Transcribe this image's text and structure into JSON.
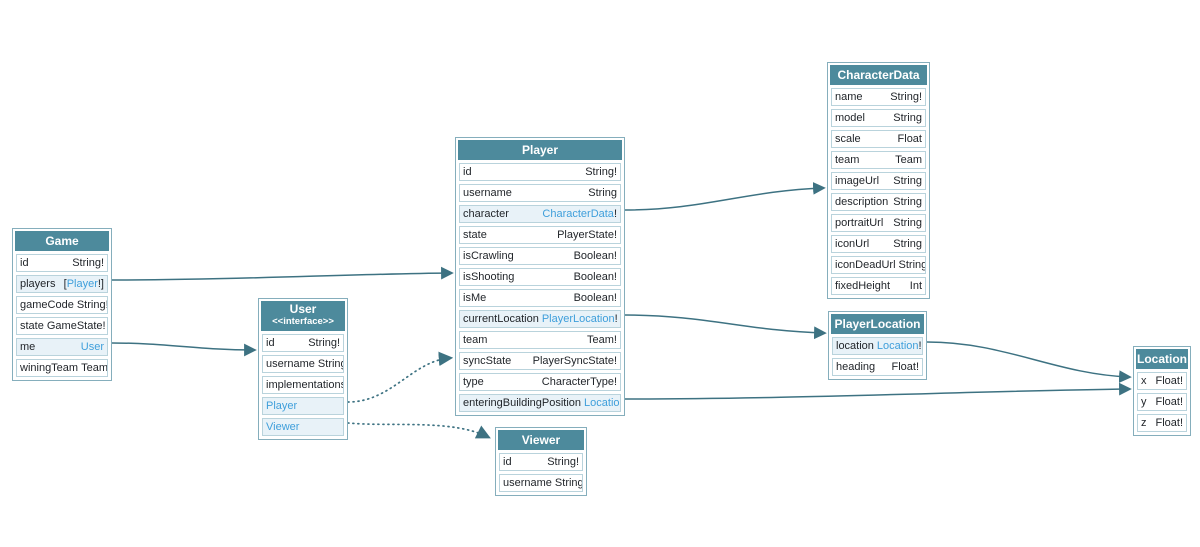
{
  "colors": {
    "header_bg": "#4d8a9c",
    "header_text": "#ffffff",
    "table_border": "#85aebc",
    "row_border": "#b9d3dc",
    "row_bg": "#ffffff",
    "row_highlight": "#e8f2f8",
    "text": "#1f2328",
    "link": "#3f9fdb",
    "edge": "#3d7282"
  },
  "tables": [
    {
      "id": "game",
      "title": "Game",
      "rows": [
        {
          "name": "id",
          "type": [
            {
              "text": "String!"
            }
          ]
        },
        {
          "name": "players",
          "highlight": true,
          "type": [
            {
              "text": "["
            },
            {
              "text": "Player",
              "link": true
            },
            {
              "text": "!]"
            }
          ]
        },
        {
          "name": "gameCode",
          "type": [
            {
              "text": "String!"
            }
          ]
        },
        {
          "name": "state",
          "type": [
            {
              "text": "GameState!"
            }
          ]
        },
        {
          "name": "me",
          "highlight": true,
          "type": [
            {
              "text": "User",
              "link": true
            }
          ]
        },
        {
          "name": "winingTeam",
          "type": [
            {
              "text": "Team"
            }
          ]
        }
      ]
    },
    {
      "id": "user",
      "title": "User",
      "subtitle": "<<interface>>",
      "rows": [
        {
          "name": "id",
          "type": [
            {
              "text": "String!"
            }
          ]
        },
        {
          "name": "username",
          "type": [
            {
              "text": "String"
            }
          ]
        },
        {
          "name": "implementations",
          "type": []
        },
        {
          "name": "Player",
          "name_link": true,
          "highlight": true,
          "type": []
        },
        {
          "name": "Viewer",
          "name_link": true,
          "highlight": true,
          "type": []
        }
      ]
    },
    {
      "id": "player",
      "title": "Player",
      "rows": [
        {
          "name": "id",
          "type": [
            {
              "text": "String!"
            }
          ]
        },
        {
          "name": "username",
          "type": [
            {
              "text": "String"
            }
          ]
        },
        {
          "name": "character",
          "highlight": true,
          "type": [
            {
              "text": "CharacterData",
              "link": true
            },
            {
              "text": "!"
            }
          ]
        },
        {
          "name": "state",
          "type": [
            {
              "text": "PlayerState!"
            }
          ]
        },
        {
          "name": "isCrawling",
          "type": [
            {
              "text": "Boolean!"
            }
          ]
        },
        {
          "name": "isShooting",
          "type": [
            {
              "text": "Boolean!"
            }
          ]
        },
        {
          "name": "isMe",
          "type": [
            {
              "text": "Boolean!"
            }
          ]
        },
        {
          "name": "currentLocation",
          "highlight": true,
          "type": [
            {
              "text": "PlayerLocation",
              "link": true
            },
            {
              "text": "!"
            }
          ]
        },
        {
          "name": "team",
          "type": [
            {
              "text": "Team!"
            }
          ]
        },
        {
          "name": "syncState",
          "type": [
            {
              "text": "PlayerSyncState!"
            }
          ]
        },
        {
          "name": "type",
          "type": [
            {
              "text": "CharacterType!"
            }
          ]
        },
        {
          "name": "enteringBuildingPosition",
          "highlight": true,
          "type": [
            {
              "text": "Location",
              "link": true
            }
          ]
        }
      ]
    },
    {
      "id": "viewer",
      "title": "Viewer",
      "rows": [
        {
          "name": "id",
          "type": [
            {
              "text": "String!"
            }
          ]
        },
        {
          "name": "username",
          "type": [
            {
              "text": "String"
            }
          ]
        }
      ]
    },
    {
      "id": "characterdata",
      "title": "CharacterData",
      "rows": [
        {
          "name": "name",
          "type": [
            {
              "text": "String!"
            }
          ]
        },
        {
          "name": "model",
          "type": [
            {
              "text": "String"
            }
          ]
        },
        {
          "name": "scale",
          "type": [
            {
              "text": "Float"
            }
          ]
        },
        {
          "name": "team",
          "type": [
            {
              "text": "Team"
            }
          ]
        },
        {
          "name": "imageUrl",
          "type": [
            {
              "text": "String"
            }
          ]
        },
        {
          "name": "description",
          "type": [
            {
              "text": "String"
            }
          ]
        },
        {
          "name": "portraitUrl",
          "type": [
            {
              "text": "String"
            }
          ]
        },
        {
          "name": "iconUrl",
          "type": [
            {
              "text": "String"
            }
          ]
        },
        {
          "name": "iconDeadUrl",
          "type": [
            {
              "text": "String"
            }
          ]
        },
        {
          "name": "fixedHeight",
          "type": [
            {
              "text": "Int"
            }
          ]
        }
      ]
    },
    {
      "id": "playerlocation",
      "title": "PlayerLocation",
      "rows": [
        {
          "name": "location",
          "highlight": true,
          "type": [
            {
              "text": "Location",
              "link": true
            },
            {
              "text": "!"
            }
          ]
        },
        {
          "name": "heading",
          "type": [
            {
              "text": "Float!"
            }
          ]
        }
      ]
    },
    {
      "id": "location",
      "title": "Location",
      "rows": [
        {
          "name": "x",
          "type": [
            {
              "text": "Float!"
            }
          ]
        },
        {
          "name": "y",
          "type": [
            {
              "text": "Float!"
            }
          ]
        },
        {
          "name": "z",
          "type": [
            {
              "text": "Float!"
            }
          ]
        }
      ]
    }
  ],
  "edges": [
    {
      "id": "game-players-to-player",
      "from": "Game.players",
      "to": "Player",
      "style": "solid"
    },
    {
      "id": "game-me-to-user",
      "from": "Game.me",
      "to": "User",
      "style": "solid"
    },
    {
      "id": "player-character-to-characterdata",
      "from": "Player.character",
      "to": "CharacterData",
      "style": "solid"
    },
    {
      "id": "player-currentlocation-to-playerlocation",
      "from": "Player.currentLocation",
      "to": "PlayerLocation",
      "style": "solid"
    },
    {
      "id": "player-enteringbuildingposition-to-location",
      "from": "Player.enteringBuildingPosition",
      "to": "Location",
      "style": "solid"
    },
    {
      "id": "playerlocation-location-to-location",
      "from": "PlayerLocation.location",
      "to": "Location",
      "style": "solid"
    },
    {
      "id": "user-player-implementation",
      "from": "User.Player",
      "to": "Player",
      "style": "dotted"
    },
    {
      "id": "user-viewer-implementation",
      "from": "User.Viewer",
      "to": "Viewer",
      "style": "dotted"
    }
  ]
}
